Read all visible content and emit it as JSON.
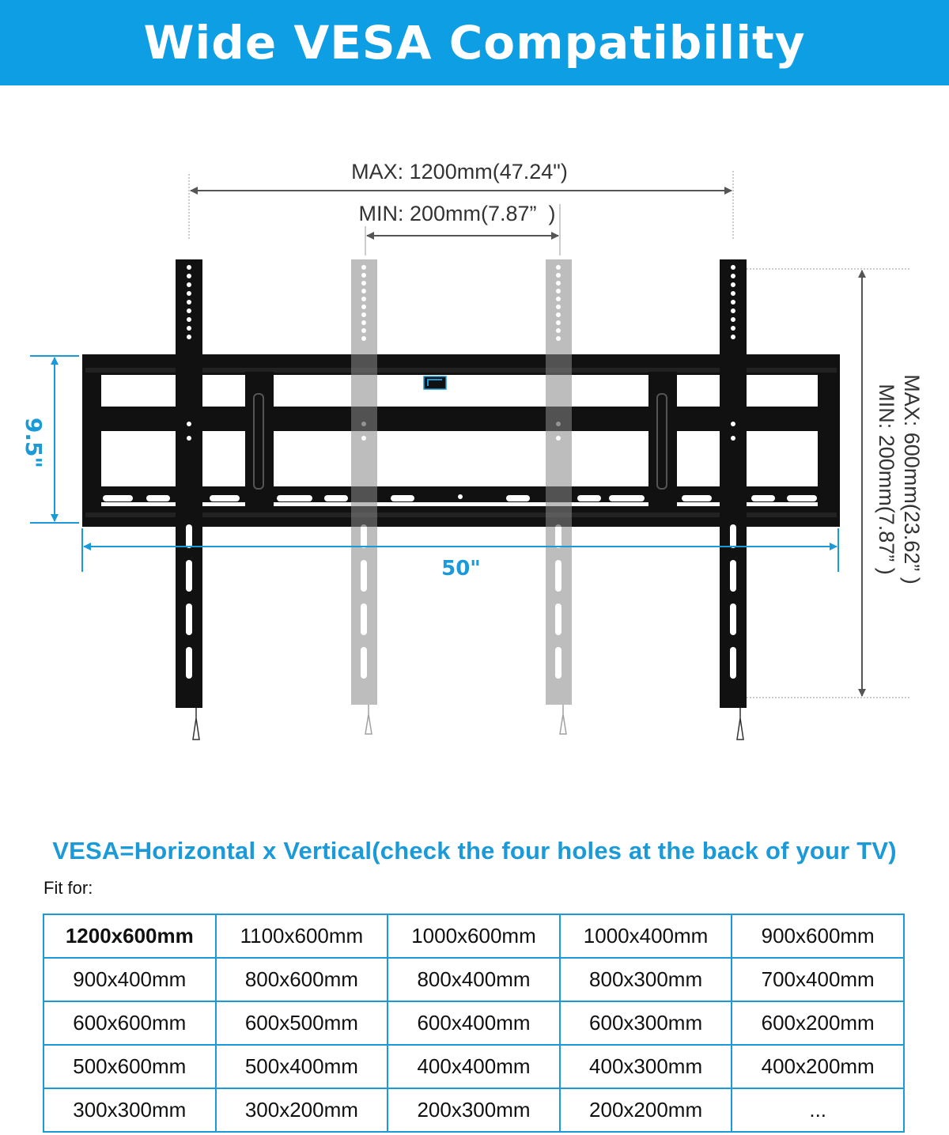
{
  "header": {
    "title": "Wide VESA Compatibility"
  },
  "colors": {
    "accent": "#0e9ee3",
    "dimension_blue": "#1a9ad8",
    "bracket_black": "#111111",
    "arm_gray": "#a9a9a9"
  },
  "diagram": {
    "max_width_label": "MAX: 1200mm(47.24\")",
    "min_width_label": "MIN: 200mm(7.87”  )",
    "height_label": "9.5\"",
    "width_label": "50\"",
    "max_height_label": "MAX: 600mm(23.62” )",
    "min_height_label": "MIN: 200mm(7.87” )"
  },
  "vesa": {
    "subtitle": "VESA=Horizontal x Vertical(check the four holes at the back of your TV)",
    "fit_label": "Fit for:",
    "rows": [
      [
        "1200x600mm",
        "1100x600mm",
        "1000x600mm",
        "1000x400mm",
        "900x600mm"
      ],
      [
        "900x400mm",
        "800x600mm",
        "800x400mm",
        "800x300mm",
        "700x400mm"
      ],
      [
        "600x600mm",
        "600x500mm",
        "600x400mm",
        "600x300mm",
        "600x200mm"
      ],
      [
        "500x600mm",
        "500x400mm",
        "400x400mm",
        "400x300mm",
        "400x200mm"
      ],
      [
        "300x300mm",
        "300x200mm",
        "200x300mm",
        "200x200mm",
        "..."
      ]
    ]
  }
}
